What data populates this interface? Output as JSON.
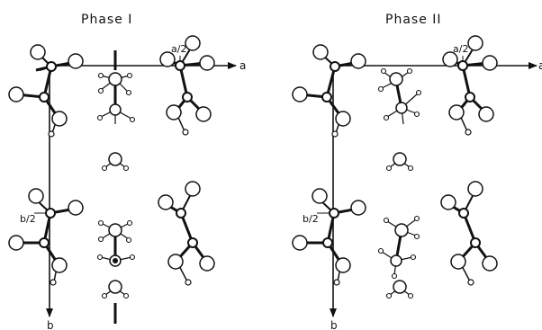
{
  "panels": [
    {
      "title": "Phase I",
      "a_axis_label": "a",
      "b_axis_label": "b",
      "a_half_label": "a/2",
      "b_half_label": "b/2"
    },
    {
      "title": "Phase II",
      "a_axis_label": "a",
      "b_axis_label": "b",
      "a_half_label": "a/2",
      "b_half_label": "b/2"
    }
  ],
  "colors": {
    "ink": "#111111",
    "atom_fill": "#ffffff",
    "bond": "#111111"
  }
}
